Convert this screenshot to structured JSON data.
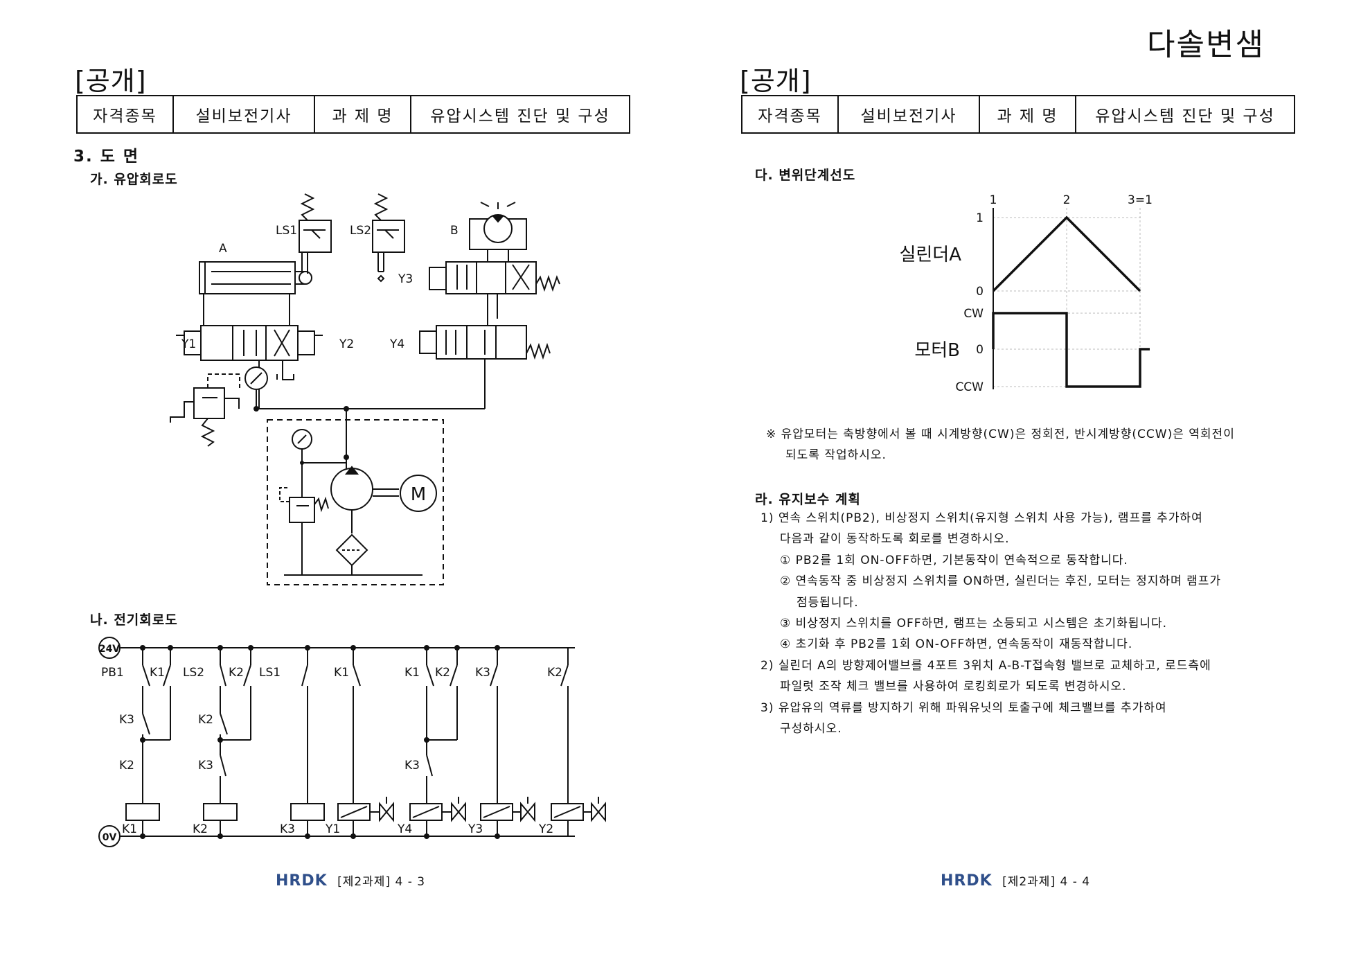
{
  "brand": "다솔변샘",
  "left_page": {
    "badge": "[공개]",
    "header": {
      "c1": "자격종목",
      "c2": "설비보전기사",
      "c3": "과 제 명",
      "c4": "유압시스템 진단 및 구성"
    },
    "section": "3. 도 면",
    "sub_a": "가. 유압회로도",
    "sub_b": "나. 전기회로도",
    "hydraulic_labels": {
      "cylA": "A",
      "ls1": "LS1",
      "ls2": "LS2",
      "motorB": "B",
      "y1": "Y1",
      "y2": "Y2",
      "y3": "Y3",
      "y4": "Y4"
    },
    "electric_labels": {
      "v24": "24V",
      "v0": "0V",
      "top": [
        "PB1",
        "K1",
        "LS2",
        "K2",
        "LS1",
        "K1",
        "K1",
        "K2",
        "K3",
        "K2"
      ],
      "mid1": [
        "K3",
        "K2"
      ],
      "mid2": [
        "K2",
        "K3",
        "K3"
      ],
      "coils": [
        "K1",
        "K2",
        "K3",
        "Y1",
        "Y4",
        "Y3",
        "Y2"
      ]
    },
    "footer": {
      "logo": "HRDK",
      "text": "[제2과제] 4 - 3"
    }
  },
  "right_page": {
    "badge": "[공개]",
    "header": {
      "c1": "자격종목",
      "c2": "설비보전기사",
      "c3": "과 제 명",
      "c4": "유압시스템 진단 및 구성"
    },
    "sub_c": "다. 변위단계선도",
    "chart": {
      "steps": [
        "1",
        "2",
        "3=1"
      ],
      "cylA_label": "실린더A",
      "motorB_label": "모터B",
      "cyl_levels": [
        "1",
        "0"
      ],
      "motor_levels": [
        "CW",
        "0",
        "CCW"
      ]
    },
    "note_lines": [
      "※ 유압모터는 축방향에서 볼 때 시계방향(CW)은 정회전, 반시계방향(CCW)은 역회전이",
      "되도록 작업하시오."
    ],
    "sub_d": "라. 유지보수 계획",
    "plan_lines": [
      "1) 연속 스위치(PB2), 비상정지 스위치(유지형 스위치 사용 가능), 램프를 추가하여",
      "다음과 같이 동작하도록 회로를 변경하시오.",
      "① PB2를 1회 ON-OFF하면, 기본동작이 연속적으로 동작합니다.",
      "② 연속동작 중 비상정지 스위치를 ON하면, 실린더는 후진, 모터는 정지하며 램프가",
      "점등됩니다.",
      "③ 비상정지 스위치를 OFF하면, 램프는 소등되고 시스템은 초기화됩니다.",
      "④ 초기화 후 PB2를 1회 ON-OFF하면, 연속동작이 재동작합니다.",
      "2) 실린더 A의 방향제어밸브를 4포트 3위치 A-B-T접속형 밸브로 교체하고, 로드측에",
      "파일럿 조작 체크 밸브를 사용하여 로킹회로가 되도록 변경하시오.",
      "3) 유압유의 역류를 방지하기 위해 파워유닛의 토출구에 체크밸브를 추가하여",
      "구성하시오."
    ],
    "footer": {
      "logo": "HRDK",
      "text": "[제2과제] 4 - 4"
    }
  }
}
